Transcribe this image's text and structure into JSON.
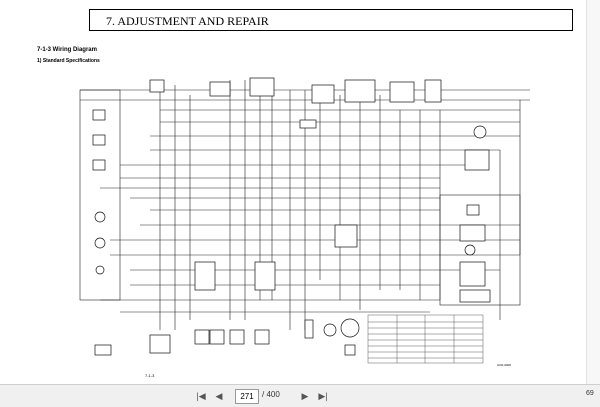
{
  "document": {
    "header_title": "7. ADJUSTMENT AND REPAIR",
    "section_title": "7-1-3  Wiring Diagram",
    "subsection_title": "1)  Standard Specifications",
    "page_label": "7-1-3",
    "drawing_code": "ACD-0000"
  },
  "toolbar": {
    "page_input_value": "271",
    "page_total": "/ 400",
    "zoom_tail": "69",
    "icons": [
      "first-page-icon",
      "prev-page-icon",
      "next-page-icon",
      "last-page-icon"
    ]
  }
}
